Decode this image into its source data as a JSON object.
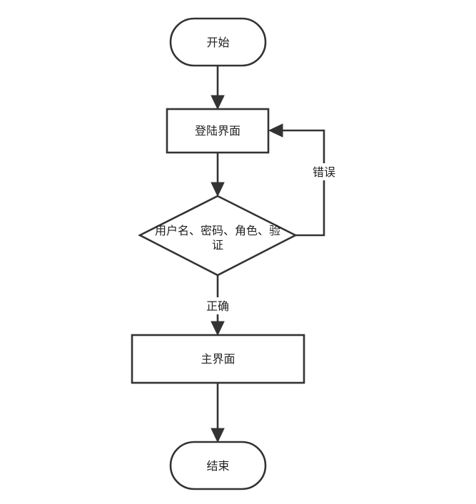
{
  "nodes": {
    "start": {
      "label": "开始"
    },
    "login": {
      "label": "登陆界面"
    },
    "verify": {
      "label_line1": "用户名、密码、角色、验",
      "label_line2": "证"
    },
    "main": {
      "label": "主界面"
    },
    "end": {
      "label": "结束"
    }
  },
  "edges": {
    "error": {
      "label": "错误"
    },
    "correct": {
      "label": "正确"
    }
  }
}
